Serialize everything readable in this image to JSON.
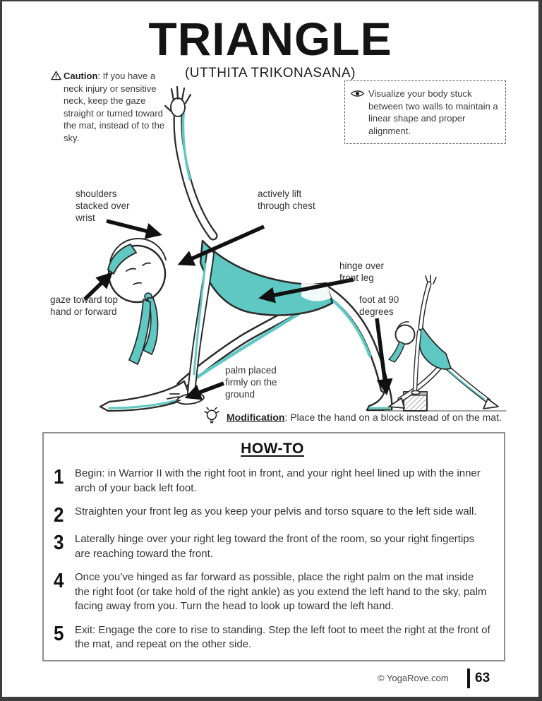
{
  "colors": {
    "teal": "#5FC8C3",
    "ink": "#2B2B2B",
    "arrow": "#111111"
  },
  "header": {
    "title": "TRIANGLE",
    "subtitle": "(UTTHITA TRIKONASANA)"
  },
  "caution": {
    "icon": "warning-triangle-icon",
    "label": "Caution",
    "text": ": If you have a neck injury or sensitive neck, keep the gaze straight or turned toward the mat, instead of to the sky."
  },
  "visualize": {
    "icon": "eye-icon",
    "text": "Visualize your body stuck between two walls to maintain a linear shape and proper alignment."
  },
  "annotations": [
    {
      "id": "shoulders",
      "text": "shoulders stacked over wrist"
    },
    {
      "id": "chest",
      "text": "actively lift through chest"
    },
    {
      "id": "gaze",
      "text": "gaze toward top hand or forward"
    },
    {
      "id": "hinge",
      "text": "hinge over front leg"
    },
    {
      "id": "foot",
      "text": "foot at 90 degrees"
    },
    {
      "id": "palm",
      "text": "palm placed firmly on the ground"
    }
  ],
  "modification": {
    "icon": "lightbulb-icon",
    "label": "Modification",
    "text": ": Place the hand on a block instead of on the mat."
  },
  "howto": {
    "title": "HOW-TO",
    "steps": [
      {
        "number": "1",
        "text": "Begin: in Warrior II with the right foot in front, and your right heel lined up with the inner arch of your back left foot."
      },
      {
        "number": "2",
        "text": "Straighten your front leg as you keep your pelvis and torso square to the left side wall."
      },
      {
        "number": "3",
        "text": "Laterally hinge over your right leg toward the front of the room, so your right fingertips are reaching toward the front."
      },
      {
        "number": "4",
        "text": "Once you’ve hinged as far forward as possible, place the right palm on the mat inside the right foot (or take hold of the right ankle) as you extend the left hand to the sky, palm facing away from you. Turn the head to look up toward the left hand."
      },
      {
        "number": "5",
        "text": "Exit: Engage the core to rise to standing. Step the left foot to meet the right at the front of the mat, and repeat on the other side."
      }
    ]
  },
  "footer": {
    "copyright": "© YogaRove.com",
    "page_number": "63"
  }
}
